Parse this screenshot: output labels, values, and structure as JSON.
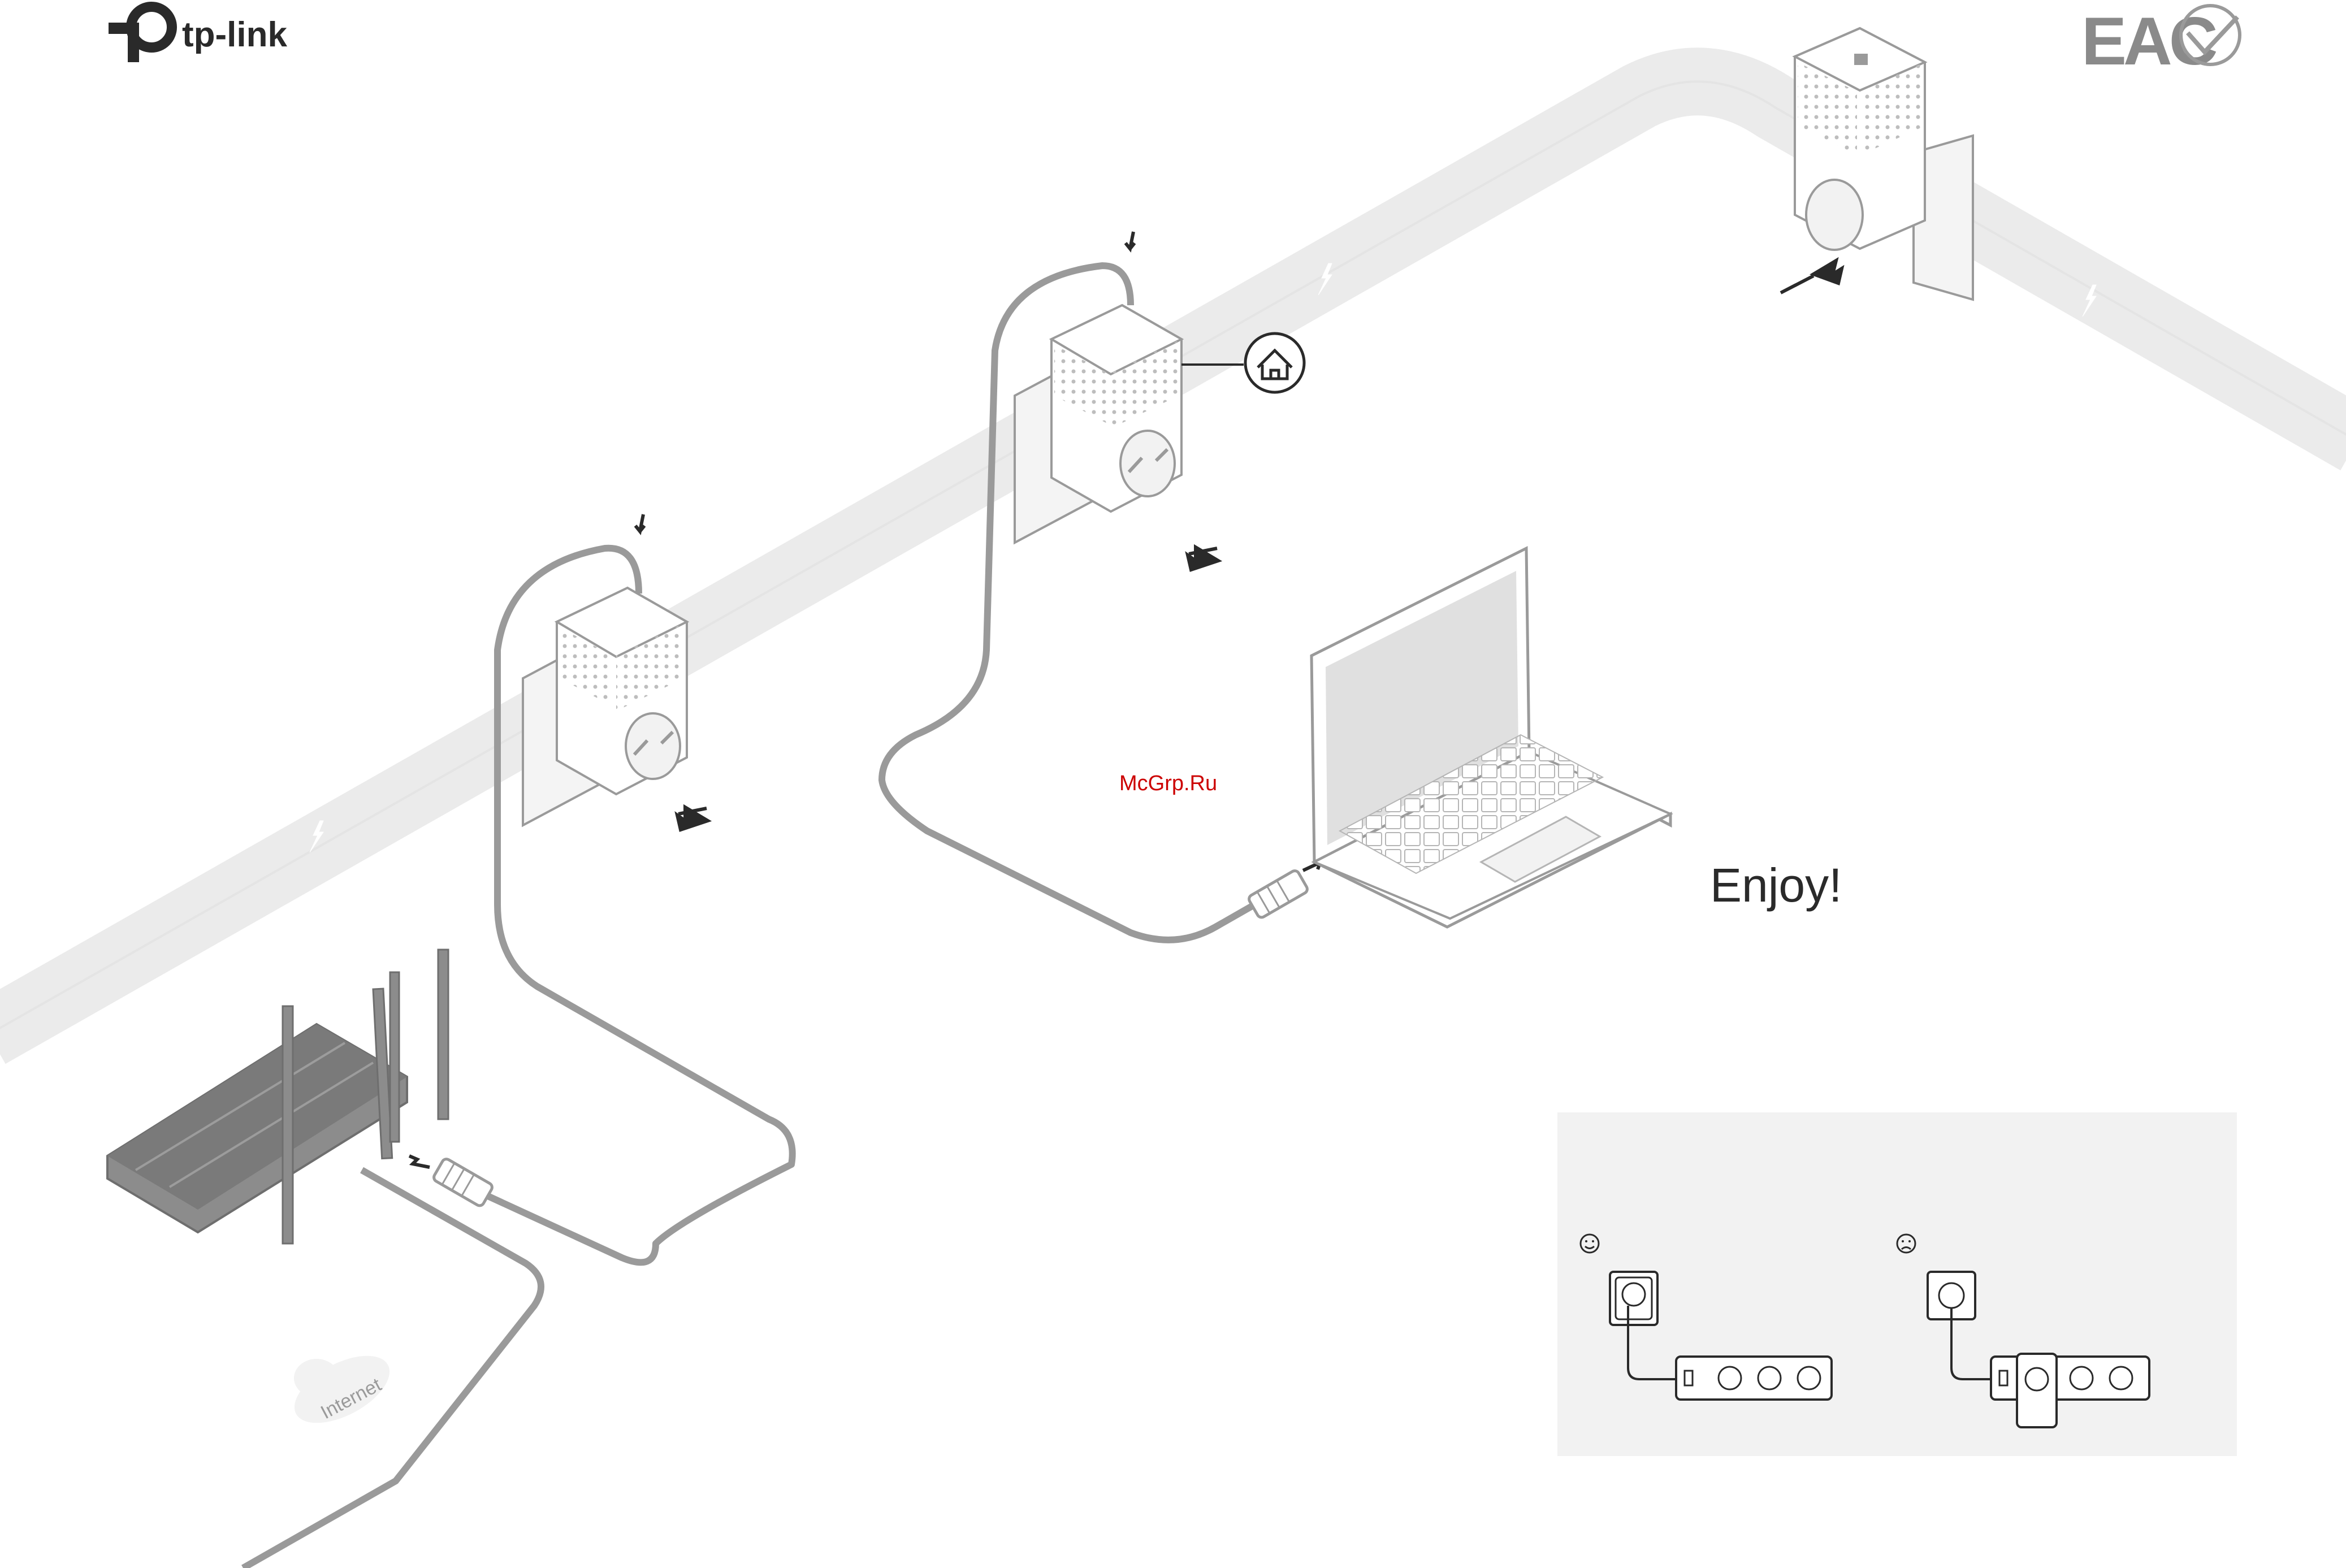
{
  "brand": {
    "logo_text": "tp-link"
  },
  "certifications": {
    "eac_mark": "EAC",
    "ukr_mark": "check-mark-icon"
  },
  "watermark": {
    "text": "McGrp.Ru"
  },
  "internet_cloud": {
    "label": "Internet"
  },
  "enjoy": {
    "text": "Enjoy!"
  },
  "colors": {
    "accent_watermark": "#cc0000",
    "cable": "#9a9a9a",
    "band": "#ebebeb",
    "panel": "#f2f2f2",
    "device_outline": "#9a9a9a"
  },
  "tips_panel": {
    "good_icon": "smile-icon",
    "bad_icon": "frown-icon"
  }
}
